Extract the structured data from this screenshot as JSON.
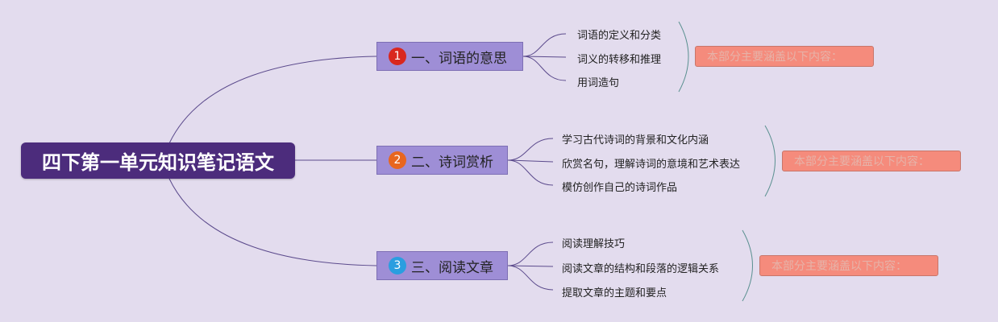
{
  "title": "四下第一单元知识笔记语文",
  "branches": [
    {
      "number": "1",
      "label": "一、词语的意思",
      "badge_color": "#d9271f",
      "leaves": [
        "词语的定义和分类",
        "词义的转移和推理",
        "用词造句"
      ],
      "summary": "本部分主要涵盖以下内容："
    },
    {
      "number": "2",
      "label": "二、诗词赏析",
      "badge_color": "#e8661f",
      "leaves": [
        "学习古代诗词的背景和文化内涵",
        "欣赏名句，理解诗词的意境和艺术表达",
        "模仿创作自己的诗词作品"
      ],
      "summary": "本部分主要涵盖以下内容："
    },
    {
      "number": "3",
      "label": "三、阅读文章",
      "badge_color": "#2a9ee0",
      "leaves": [
        "阅读理解技巧",
        "阅读文章的结构和段落的逻辑关系",
        "提取文章的主题和要点"
      ],
      "summary": "本部分主要涵盖以下内容："
    }
  ],
  "colors": {
    "background": "#e3dcee",
    "root_fill": "#4c2c7c",
    "branch_fill": "#9e8ed6",
    "summary_fill": "#f58b7c",
    "connector": "#5b4a8c"
  }
}
